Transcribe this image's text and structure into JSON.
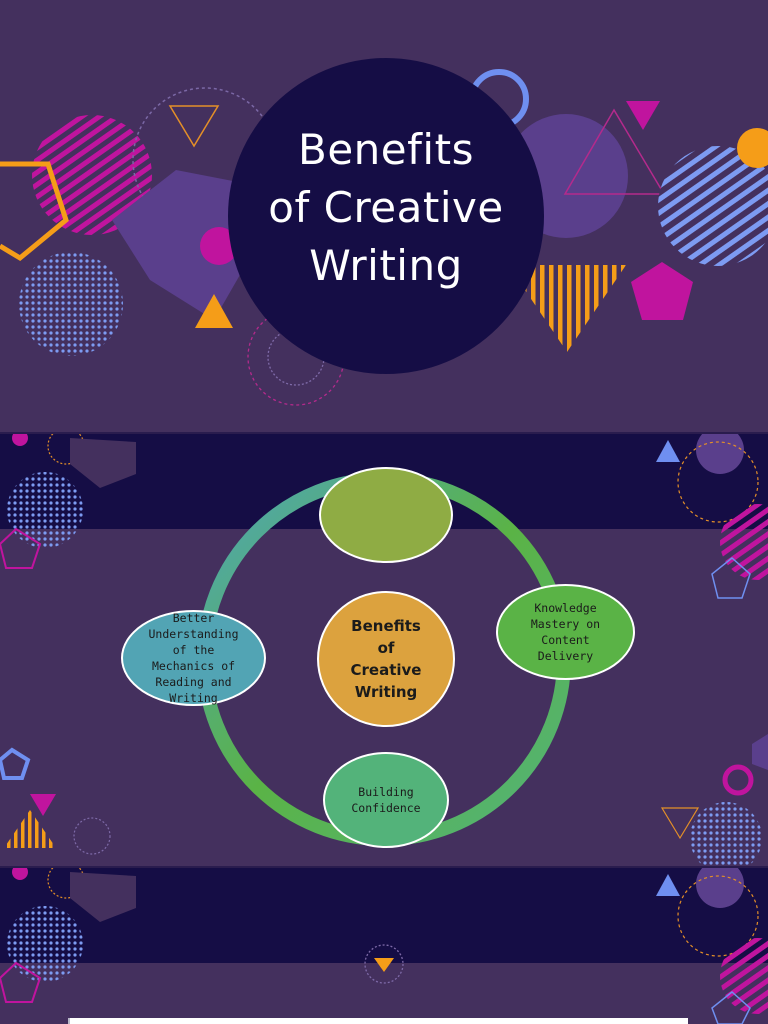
{
  "slides": [
    {
      "title_lines": [
        "Benefits",
        "of Creative",
        "Writing"
      ]
    },
    {
      "diagram": {
        "center_lines": [
          "Benefits",
          "of",
          "Creative",
          "Writing"
        ],
        "top_text": "",
        "right_text": "Knowledge Mastery on Content Delivery",
        "bottom_text": "Building Confidence",
        "left_text": "Better Understanding of the Mechanics of Reading and Writing"
      }
    },
    {}
  ],
  "colors": {
    "background": "#44305e",
    "dark_band": "#150d45",
    "magenta": "#c0149e",
    "orange": "#f59d18",
    "periwinkle": "#6f8ff0",
    "purple": "#5a3f8c"
  }
}
